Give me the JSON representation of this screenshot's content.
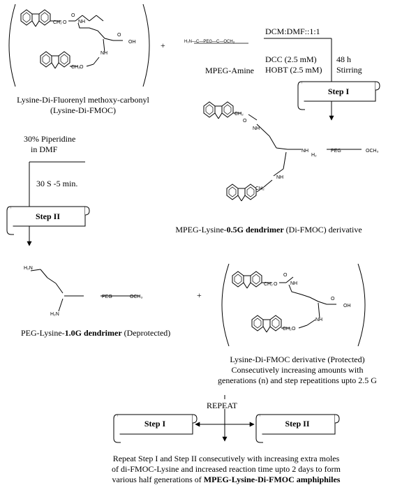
{
  "reactants": {
    "lysine_caption_line1": "Lysine-Di-Fluorenyl methoxy-carbonyl",
    "lysine_caption_line2": "(Lysine-Di-FMOC)",
    "plus": "+",
    "mpeg_amine_caption": "MPEG-Amine",
    "mpeg_amine_formula": "H₂N—C—PEG—C—OCH₃",
    "oh_label": "OH",
    "nh_label": "NH",
    "h2_label": "H₂"
  },
  "step1_conditions": {
    "solvent": "DCM:DMF::1:1",
    "reagent1": "DCC (2.5 mM)",
    "reagent2": "HOBT (2.5 mM)",
    "time": "48 h",
    "mode": "Stirring",
    "step_label": "Step I"
  },
  "intermediate": {
    "caption_prefix": "MPEG-Lysine-",
    "caption_bold": "0.5G dendrimer",
    "caption_suffix": " (Di-FMOC) derivative",
    "chain_label": "PEG",
    "och3": "OCH₃"
  },
  "step2_conditions": {
    "reagent_line1": "30% Piperidine",
    "reagent_line2": "in DMF",
    "time": "30 S -5 min.",
    "step_label": "Step II"
  },
  "deprotected": {
    "caption_prefix": "PEG-Lysine-",
    "caption_bold": "1.0G dendrimer",
    "caption_suffix": " (Deprotected)",
    "h2n_label": "H₂N",
    "plus": "+"
  },
  "protected": {
    "caption_line1": "Lysine-Di-FMOC derivative (Protected)",
    "caption_line2": "Consecutively increasing amounts with",
    "caption_line3": "generations (n) and step repeatitions upto 2.5 G"
  },
  "repeat": {
    "label": "REPEAT",
    "step1_label": "Step I",
    "step2_label": "Step II"
  },
  "footer": {
    "line1": "Repeat Step I and Step II consecutively with increasing extra moles",
    "line2": "of di-FMOC-Lysine and increased reaction time upto 2 days to form",
    "line3_prefix": "various half generations of ",
    "line3_bold": "MPEG-Lysine-Di-FMOC amphiphiles"
  }
}
